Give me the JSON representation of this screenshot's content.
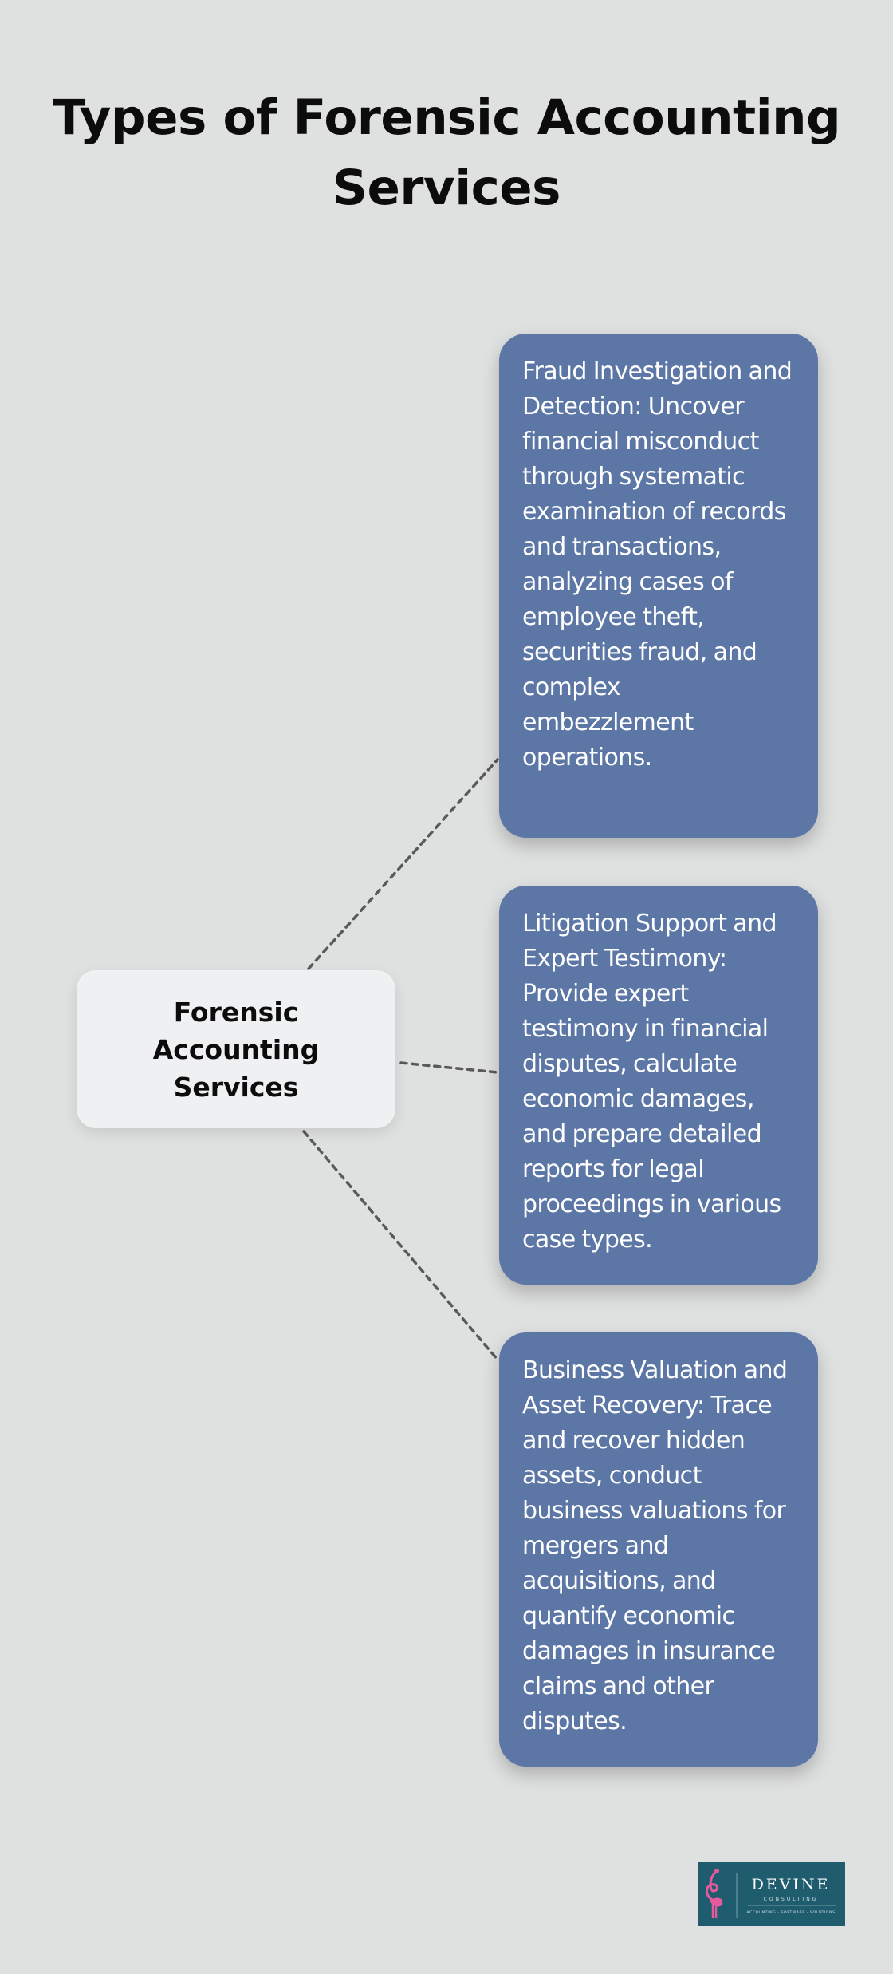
{
  "title": "Types of Forensic Accounting Services",
  "hub": {
    "label": "Forensic Accounting Services"
  },
  "services": [
    {
      "text": "Fraud Investigation and Detection: Uncover financial misconduct through systematic examination of records and transactions, analyzing cases of employee theft, securities fraud, and complex embezzlement operations."
    },
    {
      "text": "Litigation Support and Expert Testimony: Provide expert testimony in financial disputes, calculate economic damages, and prepare detailed reports for legal proceedings in various case types."
    },
    {
      "text": "Business Valuation and Asset Recovery: Trace and recover hidden assets, conduct business valuations for mergers and acquisitions, and quantify economic damages in insurance claims and other disputes."
    }
  ],
  "logo": {
    "name": "DEVINE",
    "sub": "CONSULTING",
    "tagline": "ACCOUNTING · SOFTWARE · SOLUTIONS"
  },
  "colors": {
    "background": "#dfe0e0",
    "card": "#5c76a6",
    "hub": "#eff0f2",
    "logo_bg": "#1f5d6e",
    "logo_accent": "#e45a9c"
  }
}
